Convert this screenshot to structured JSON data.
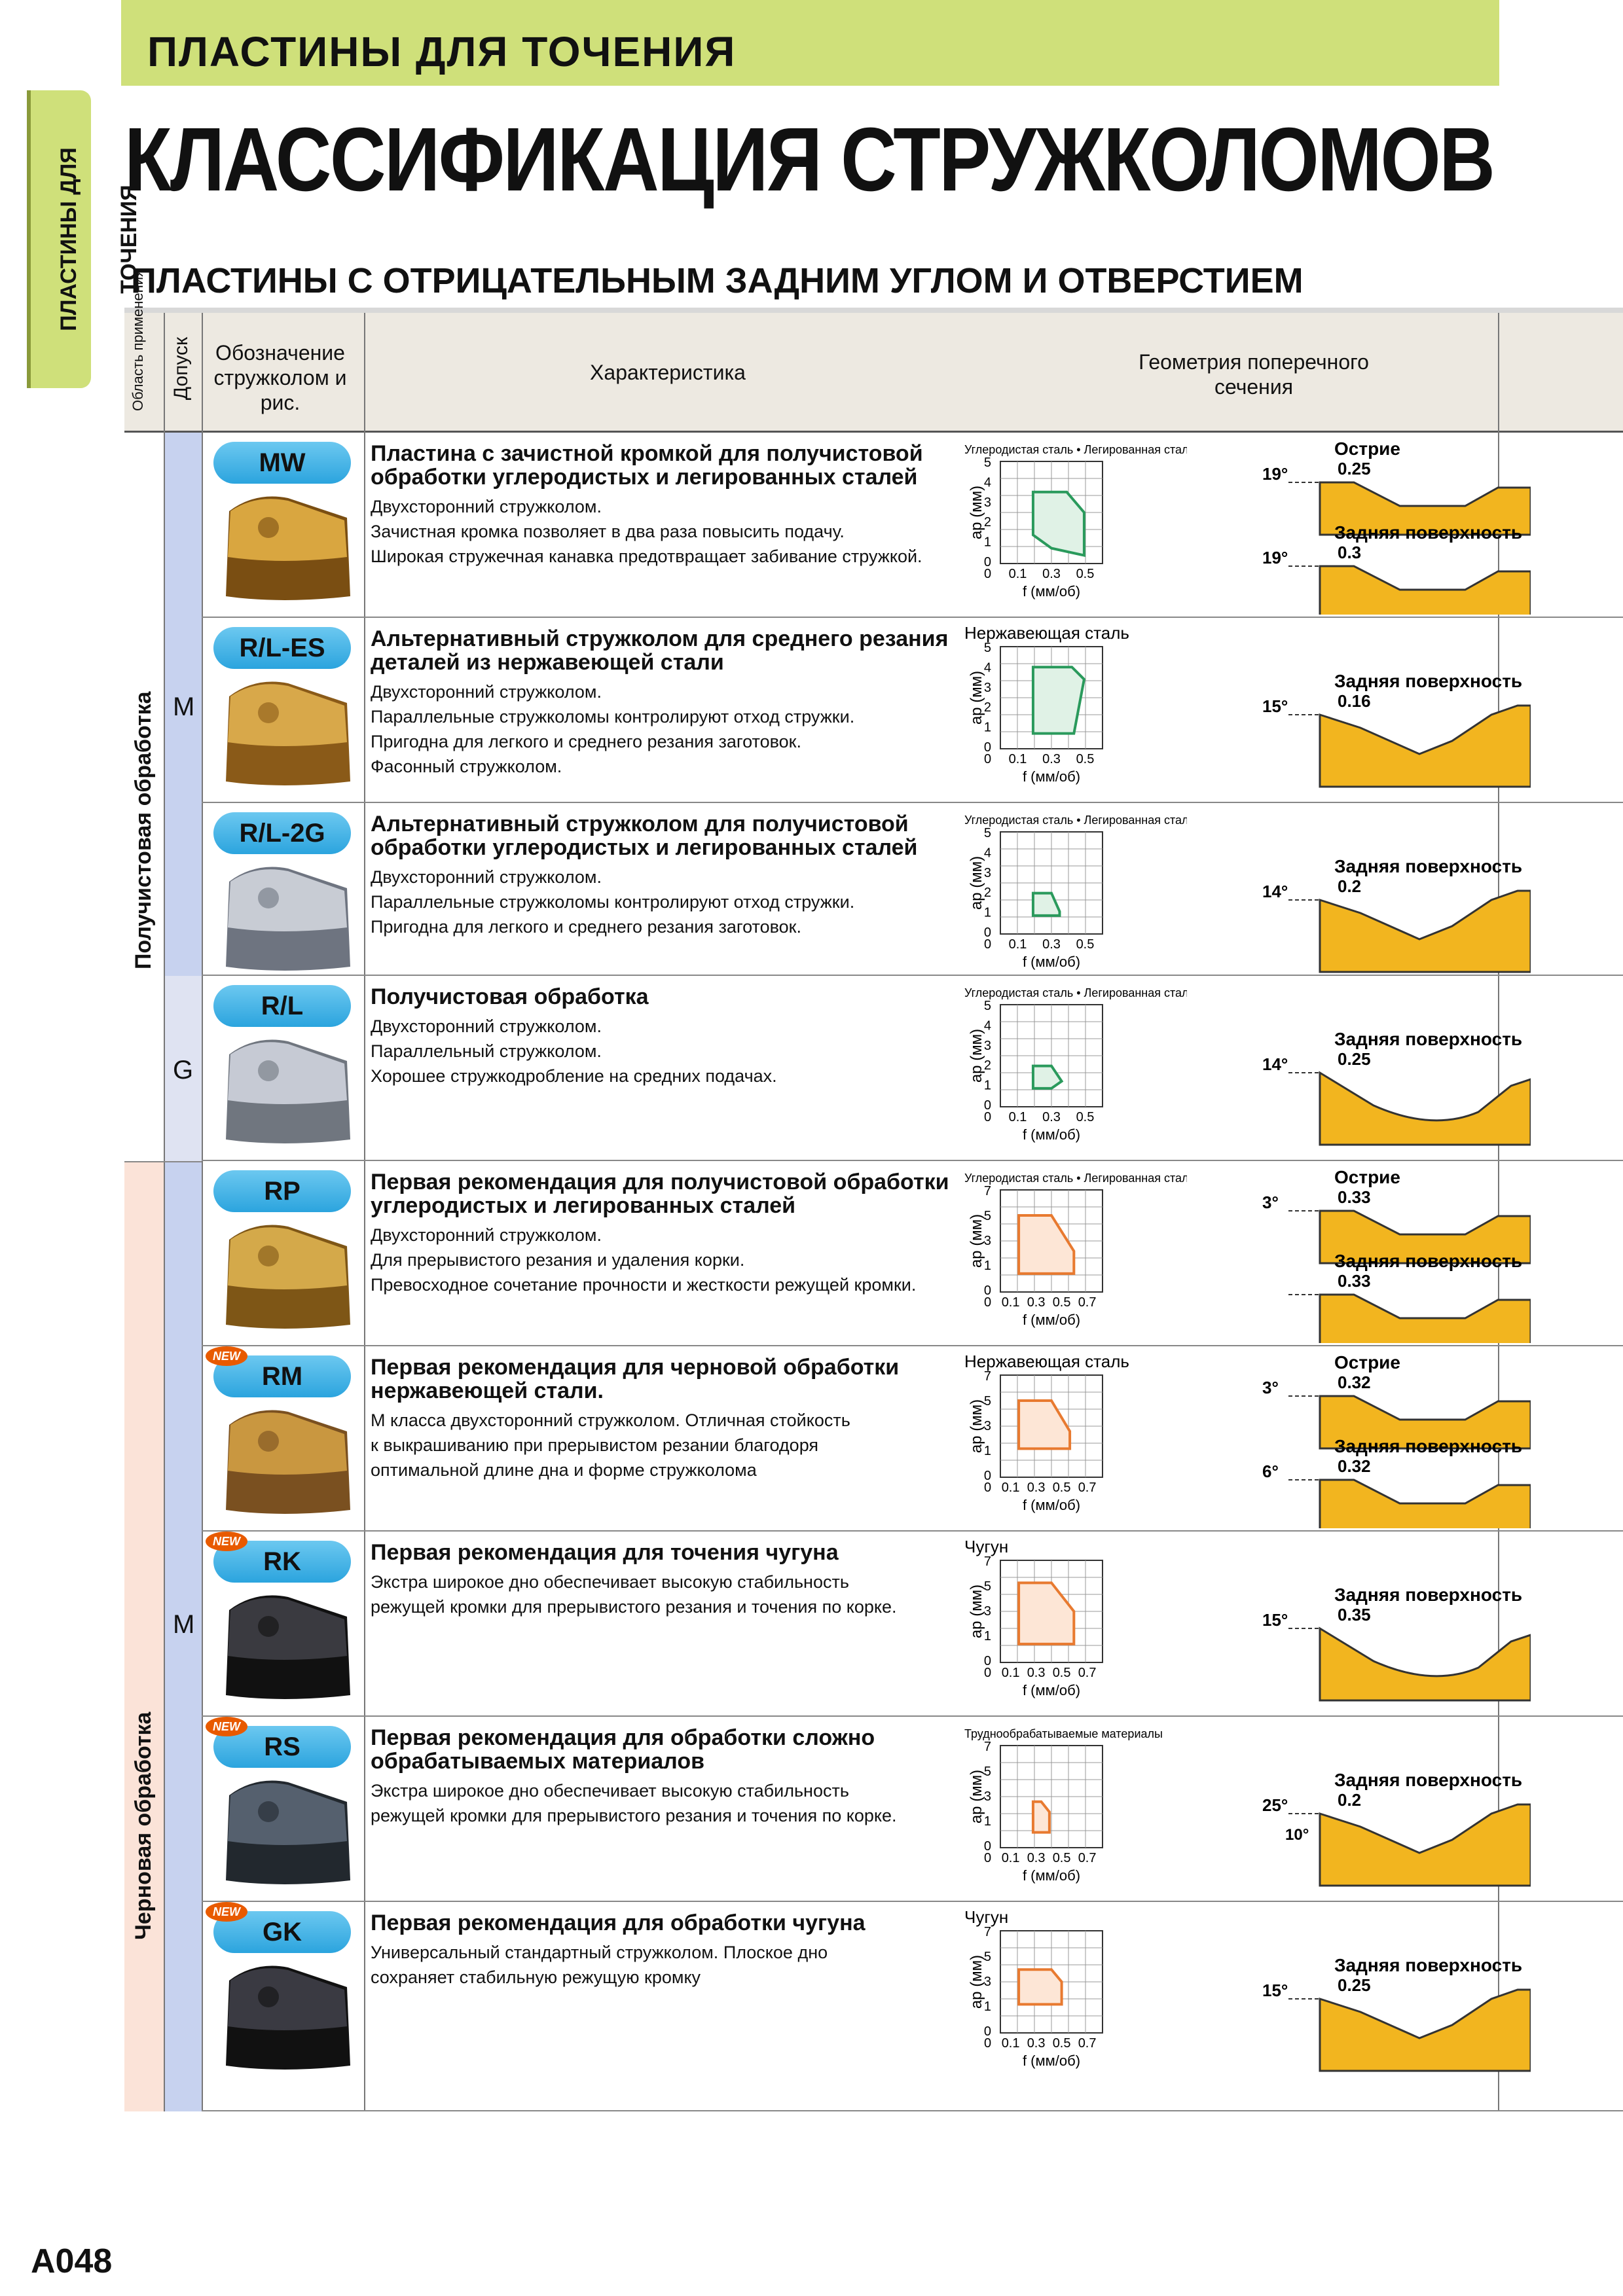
{
  "header": {
    "section": "ПЛАСТИНЫ ДЛЯ ТОЧЕНИЯ",
    "side_tab": "ПЛАСТИНЫ ДЛЯ ТОЧЕНИЯ",
    "title": "КЛАССИФИКАЦИЯ СТРУЖКОЛОМОВ",
    "subtitle": "ПЛАСТИНЫ С ОТРИЦАТЕЛЬНЫМ ЗАДНИМ УГЛОМ И ОТВЕРСТИЕМ"
  },
  "columns": {
    "application": "Область применения",
    "tolerance": "Допуск",
    "designation": "Обозначение стружколом и рис.",
    "characteristic": "Характеристика",
    "geometry": "Геометрия поперечного сечения"
  },
  "groups": {
    "semi_finishing": "Получистовая обработка",
    "roughing": "Черновая обработка"
  },
  "tolerances": {
    "m1": "M",
    "g": "G",
    "m2": "M"
  },
  "colors": {
    "band_green": "#cfe07a",
    "badge_blue": "#39a9e0",
    "area_green": "#2a9a5c",
    "area_orange": "#e87a30",
    "geometry_fill": "#f2b51f",
    "semi_band": "#fbe3d8",
    "tol_band": "#c7d2ef"
  },
  "chart_common": {
    "ylabel": "ap (мм)",
    "xlabel": "f (мм/об)"
  },
  "labels": {
    "tip": "Острие",
    "rake": "Задняя поверхность"
  },
  "rows": [
    {
      "code": "MW",
      "new": false,
      "material": "Углеродистая сталь • Легированная сталь",
      "title": "Пластина с зачистной кромкой для получистовой обработки углеродистых и легированных сталей",
      "lines": [
        "Двухсторонний стружколом.",
        "Зачистная кромка позволяет в два раза повысить подачу.",
        "Широкая стружечная канавка предотвращает забивание стружкой."
      ],
      "yticks": [
        "5",
        "4",
        "3",
        "2",
        "1",
        "0"
      ],
      "xticks": [
        "0.1",
        "0.3",
        "0.5"
      ],
      "g1": {
        "label": "Острие",
        "angle": "19°",
        "dim": "0.25"
      },
      "g2": {
        "label": "Задняя поверхность",
        "angle": "19°",
        "dim": "0.3"
      }
    },
    {
      "code": "R/L-ES",
      "new": false,
      "material": "Нержавеющая сталь",
      "title": "Альтернативный стружколом для среднего резания деталей из нержавеющей стали",
      "lines": [
        "Двухсторонний стружколом.",
        "Параллельные стружколомы контролируют отход стружки.",
        "Пригодна для легкого и среднего резания заготовок.",
        "Фасонный стружколом."
      ],
      "yticks": [
        "5",
        "4",
        "3",
        "2",
        "1",
        "0"
      ],
      "xticks": [
        "0.1",
        "0.3",
        "0.5"
      ],
      "g1": {
        "label": "Задняя поверхность",
        "angle": "15°",
        "dim": "0.16"
      }
    },
    {
      "code": "R/L-2G",
      "new": false,
      "material": "Углеродистая сталь • Легированная сталь",
      "title": "Альтернативный стружколом для получистовой обработки углеродистых и легированных сталей",
      "lines": [
        "Двухсторонний стружколом.",
        "Параллельные стружколомы контролируют отход стружки.",
        "Пригодна для легкого и среднего резания заготовок."
      ],
      "yticks": [
        "5",
        "4",
        "3",
        "2",
        "1",
        "0"
      ],
      "xticks": [
        "0.1",
        "0.3",
        "0.5"
      ],
      "g1": {
        "label": "Задняя поверхность",
        "angle": "14°",
        "dim": "0.2"
      }
    },
    {
      "code": "R/L",
      "new": false,
      "material": "Углеродистая сталь • Легированная сталь",
      "title": "Получистовая обработка",
      "lines": [
        "Двухсторонний стружколом.",
        "Параллельный стружколом.",
        "Хорошее стружкодробление на средних подачах."
      ],
      "yticks": [
        "5",
        "4",
        "3",
        "2",
        "1",
        "0"
      ],
      "xticks": [
        "0.1",
        "0.3",
        "0.5"
      ],
      "g1": {
        "label": "Задняя поверхность",
        "angle": "14°",
        "dim": "0.25"
      }
    },
    {
      "code": "RP",
      "new": false,
      "material": "Углеродистая сталь • Легированная сталь",
      "title": "Первая рекомендация для получистовой обработки углеродистых и легированных сталей",
      "lines": [
        "Двухсторонний стружколом.",
        "Для прерывистого резания и удаления корки.",
        "Превосходное сочетание прочности и жесткости режущей кромки."
      ],
      "yticks": [
        "7",
        "5",
        "3",
        "1",
        "0"
      ],
      "xticks": [
        "0.1",
        "0.3",
        "0.5",
        "0.7"
      ],
      "g1": {
        "label": "Острие",
        "angle": "3°",
        "dim": "0.33"
      },
      "g2": {
        "label": "Задняя поверхность",
        "angle": "",
        "dim": "0.33"
      }
    },
    {
      "code": "RM",
      "new": true,
      "material": "Нержавеющая сталь",
      "title": "Первая рекомендация для черновой обработки нержавеющей стали.",
      "lines": [
        "М класса двухсторонний стружколом. Отличная стойкость",
        "к выкрашиванию при прерывистом резании благодоря",
        "оптимальной длине дна и форме стружколома"
      ],
      "yticks": [
        "7",
        "5",
        "3",
        "1",
        "0"
      ],
      "xticks": [
        "0.1",
        "0.3",
        "0.5",
        "0.7"
      ],
      "g1": {
        "label": "Острие",
        "angle": "3°",
        "dim": "0.32"
      },
      "g2": {
        "label": "Задняя поверхность",
        "angle": "6°",
        "dim": "0.32"
      }
    },
    {
      "code": "RK",
      "new": true,
      "material": "Чугун",
      "title": "Первая рекомендация для точения чугуна",
      "lines": [
        "Экстра широкое дно обеспечивает высокую стабильность",
        "режущей кромки для прерывистого резания и точения по корке."
      ],
      "yticks": [
        "7",
        "5",
        "3",
        "1",
        "0"
      ],
      "xticks": [
        "0.1",
        "0.3",
        "0.5",
        "0.7"
      ],
      "g1": {
        "label": "Задняя поверхность",
        "angle": "15°",
        "dim": "0.35"
      }
    },
    {
      "code": "RS",
      "new": true,
      "material": "Труднообрабатываемые материалы",
      "title": "Первая рекомендация для обработки сложно обрабатываемых материалов",
      "lines": [
        "Экстра широкое дно обеспечивает высокую стабильность",
        "режущей кромки для прерывистого резания и точения по корке."
      ],
      "yticks": [
        "7",
        "5",
        "3",
        "1",
        "0"
      ],
      "xticks": [
        "0.1",
        "0.3",
        "0.5",
        "0.7"
      ],
      "g1": {
        "label": "Задняя поверхность",
        "angle": "25°",
        "angle2": "10°",
        "dim": "0.2"
      }
    },
    {
      "code": "GK",
      "new": true,
      "material": "Чугун",
      "title": "Первая рекомендация для обработки чугуна",
      "lines": [
        "Универсальный стандартный стружколом. Плоское дно",
        "сохраняет стабильную режущую кромку"
      ],
      "yticks": [
        "7",
        "5",
        "3",
        "1",
        "0"
      ],
      "xticks": [
        "0.1",
        "0.3",
        "0.5",
        "0.7"
      ],
      "g1": {
        "label": "Задняя поверхность",
        "angle": "15°",
        "dim": "0.25"
      }
    }
  ],
  "page_number": "A048"
}
